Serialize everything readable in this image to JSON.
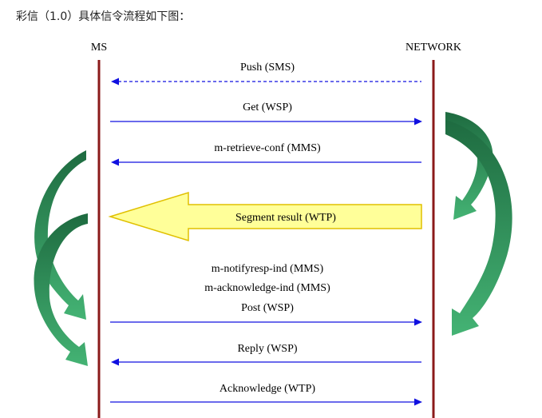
{
  "page": {
    "title": "彩信（1.0）具体信令流程如下图："
  },
  "entities": {
    "left": "MS",
    "right": "NETWORK"
  },
  "messages": [
    {
      "label": "Push (SMS)",
      "direction": "to-ms",
      "style": "dashed"
    },
    {
      "label": "Get (WSP)",
      "direction": "to-network",
      "style": "solid"
    },
    {
      "label": "m-retrieve-conf (MMS)",
      "direction": "to-ms",
      "style": "solid"
    },
    {
      "label": "Segment result (WTP)",
      "direction": "to-ms",
      "style": "block-arrow"
    },
    {
      "label": "m-notifyresp-ind (MMS)",
      "direction": "none",
      "style": "text-only"
    },
    {
      "label": "m-acknowledge-ind (MMS)",
      "direction": "none",
      "style": "text-only"
    },
    {
      "label": "Post (WSP)",
      "direction": "to-network",
      "style": "solid"
    },
    {
      "label": "Reply (WSP)",
      "direction": "to-ms",
      "style": "solid"
    },
    {
      "label": "Acknowledge (WTP)",
      "direction": "to-network",
      "style": "solid"
    }
  ],
  "colors": {
    "lifeline": "#8b1a1a",
    "message_arrow": "#1010e0",
    "block_arrow_fill": "#ffff99",
    "block_arrow_stroke": "#e0c000",
    "curved_arrow_dark": "#1e6b40",
    "curved_arrow_light": "#3fae6e"
  }
}
